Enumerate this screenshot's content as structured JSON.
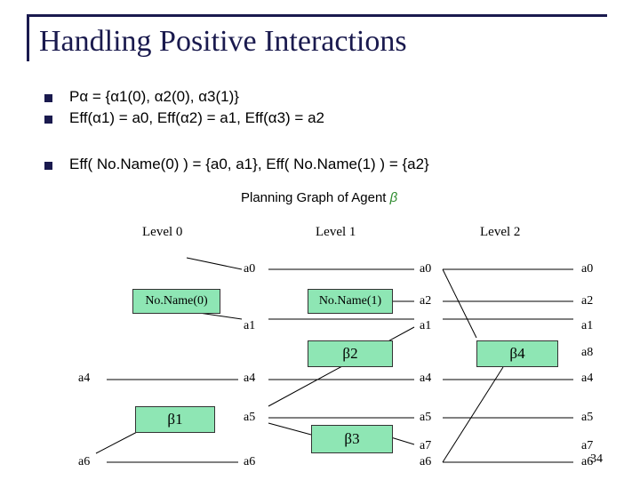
{
  "title": "Handling Positive Interactions",
  "bullets": [
    "Pα = {α1(0), α2(0), α3(1)}",
    "Eff(α1) = a0, Eff(α2) = a1, Eff(α3) = a2",
    "Eff( No.Name(0) ) = {a0, a1}, Eff( No.Name(1) ) = {a2}"
  ],
  "caption": {
    "text": "Planning Graph of Agent ",
    "greek": "β"
  },
  "levels": [
    "Level 0",
    "Level 1",
    "Level 2"
  ],
  "level0_props": [
    "a4",
    "a6"
  ],
  "action_boxes": [
    "No.Name(0)",
    "β1",
    "No.Name(1)",
    "β2",
    "β3",
    "β4"
  ],
  "level1_props": [
    "a0",
    "a1",
    "a4",
    "a5",
    "a6"
  ],
  "level2_props": [
    "a0",
    "a2",
    "a1",
    "a4",
    "a5",
    "a7",
    "a6"
  ],
  "right_props": [
    "a0",
    "a2",
    "a1",
    "a8",
    "a4",
    "a5",
    "a7",
    "a6"
  ],
  "page_number": "34",
  "colors": {
    "title": "#1a1a4e",
    "action_box": "#8ee6b4",
    "greek": "#2e8b2e"
  }
}
